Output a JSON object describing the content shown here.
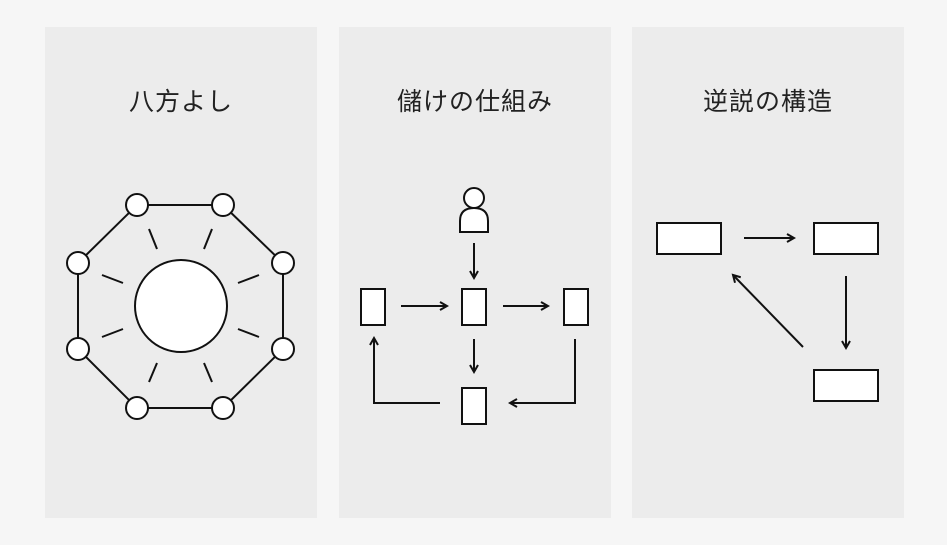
{
  "panels": [
    {
      "title": "八方よし"
    },
    {
      "title": "儲けの仕組み"
    },
    {
      "title": "逆説の構造"
    }
  ],
  "colors": {
    "page_background": "#f6f6f6",
    "panel_background": "#ececec",
    "stroke": "#111111",
    "fill": "#ffffff"
  }
}
